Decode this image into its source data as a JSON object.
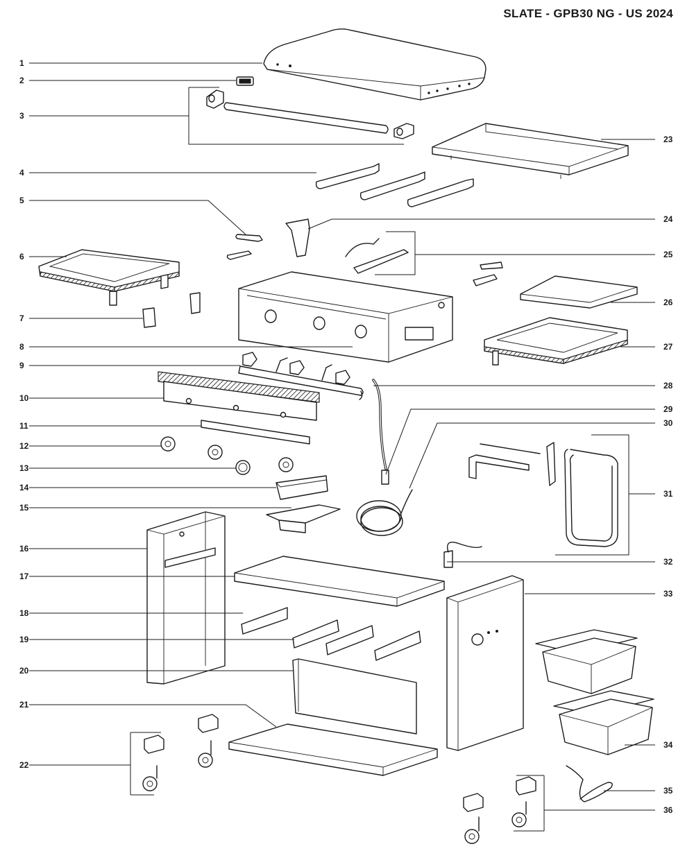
{
  "title": "SLATE - GPB30 NG - US 2024",
  "callouts": [
    {
      "number": "1"
    },
    {
      "number": "2"
    },
    {
      "number": "3"
    },
    {
      "number": "4"
    },
    {
      "number": "5"
    },
    {
      "number": "6"
    },
    {
      "number": "7"
    },
    {
      "number": "8"
    },
    {
      "number": "9"
    },
    {
      "number": "10"
    },
    {
      "number": "11"
    },
    {
      "number": "12"
    },
    {
      "number": "13"
    },
    {
      "number": "14"
    },
    {
      "number": "15"
    },
    {
      "number": "16"
    },
    {
      "number": "17"
    },
    {
      "number": "18"
    },
    {
      "number": "19"
    },
    {
      "number": "20"
    },
    {
      "number": "21"
    },
    {
      "number": "22"
    },
    {
      "number": "23"
    },
    {
      "number": "24"
    },
    {
      "number": "25"
    },
    {
      "number": "26"
    },
    {
      "number": "27"
    },
    {
      "number": "28"
    },
    {
      "number": "29"
    },
    {
      "number": "30"
    },
    {
      "number": "31"
    },
    {
      "number": "32"
    },
    {
      "number": "33"
    },
    {
      "number": "34"
    },
    {
      "number": "35"
    },
    {
      "number": "36"
    }
  ]
}
